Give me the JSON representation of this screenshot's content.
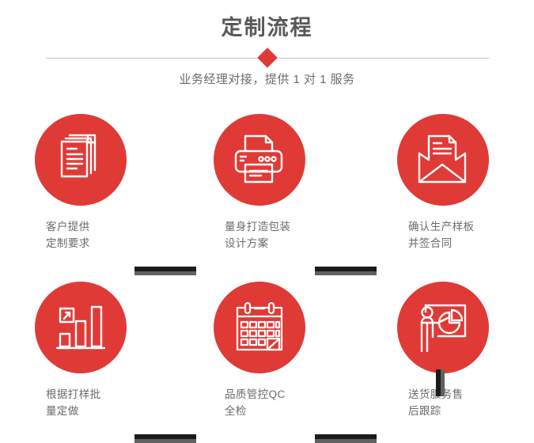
{
  "header": {
    "title": "定制流程",
    "subtitle": "业务经理对接，提供 1 对 1 服务",
    "divider_icon": "diamond-marker"
  },
  "theme": {
    "accent_red": "#e03a36",
    "title_gray": "#595959",
    "text_gray": "#6b6b6b",
    "connector_dark": "#1a1a1a",
    "connector_light": "#616161",
    "divider_line": "#c9c9c9",
    "background": "#ffffff"
  },
  "steps": [
    {
      "index": 1,
      "icon": "documents-icon",
      "label_line1": "客户提供",
      "label_line2": "定制要求"
    },
    {
      "index": 2,
      "icon": "printer-icon",
      "label_line1": "量身打造包装",
      "label_line2": "设计方案"
    },
    {
      "index": 3,
      "icon": "envelope-document-icon",
      "label_line1": "确认生产样板",
      "label_line2": "并签合同"
    },
    {
      "index": 4,
      "icon": "bar-chart-growth-icon",
      "label_line1": "根据打样批",
      "label_line2": "量定做"
    },
    {
      "index": 5,
      "icon": "calendar-check-icon",
      "label_line1": "品质管控QC",
      "label_line2": "全检"
    },
    {
      "index": 6,
      "icon": "presenter-pie-chart-icon",
      "label_line1": "送货服务售",
      "label_line2": "后跟踪"
    }
  ],
  "connectors": [
    {
      "name": "arrow-step1-step2",
      "orientation": "horizontal"
    },
    {
      "name": "arrow-step2-step3",
      "orientation": "horizontal"
    },
    {
      "name": "arrow-step3-step4",
      "orientation": "vertical"
    },
    {
      "name": "arrow-step4-step5",
      "orientation": "horizontal"
    },
    {
      "name": "arrow-step5-step6",
      "orientation": "horizontal"
    }
  ]
}
